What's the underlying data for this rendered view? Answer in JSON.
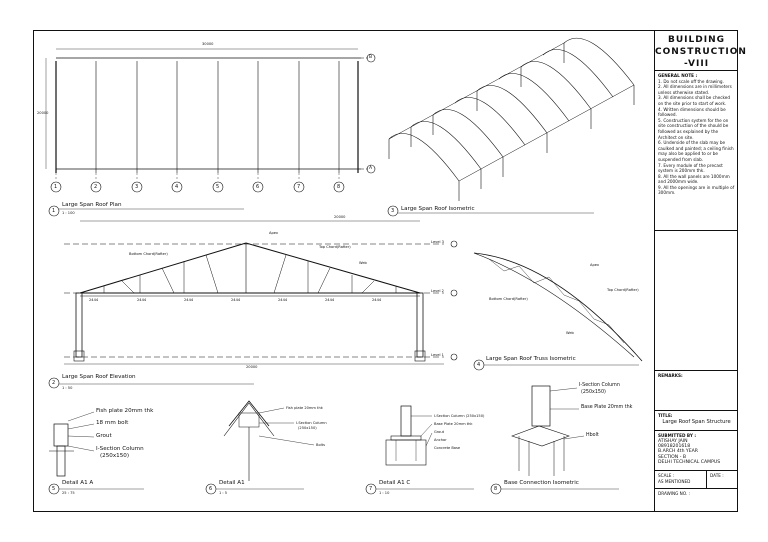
{
  "title_block": {
    "line1": "BUILDING",
    "line2": "CONSTRUCTION",
    "line3": "-VIII",
    "notes_heading": "GENERAL NOTE :",
    "notes": [
      "1. Do not scale off the drawing.",
      "2. All dimensions are in millimeters unless otherwise stated.",
      "3. All dimensions shall be checked on the site prior to start of work.",
      "4. Written dimensions should be followed.",
      "5. Construction system for the on site construction of the should be followed as explained by the Architect on site.",
      "6. Underside of the slab may be caulked and painted; a ceiling finish may also be applied to or be suspended from slab.",
      "7. Every module of the precast system is 200mm thk.",
      "8. All the wall panels are 1000mm and 2000mm wide.",
      "9. All the openings are in multiple of 300mm."
    ],
    "remarks_label": "REMARKS:",
    "title_label": "TITLE:",
    "title_value": "Large Roof Span Structure",
    "submitted_label": "SUBMITTED BY :",
    "submitted_lines": [
      "ATISHAY JAIN",
      "08918201618",
      "B.ARCH 4th YEAR",
      "SECTION - B",
      "DELHI TECHNICAL CAMPUS"
    ],
    "scale_label": "SCALE :",
    "scale_value": "AS MENTIONED",
    "date_label": "DATE :",
    "drawing_no_label": "DRAWING NO. :"
  },
  "views": {
    "plan": {
      "number": "1",
      "title": "Large Span Roof Plan",
      "scale": "1 : 100",
      "dim_top": "30000",
      "dim_side": "20000",
      "grid_rows": [
        "B",
        "A"
      ],
      "grid_cols": [
        "1",
        "2",
        "3",
        "4",
        "5",
        "6",
        "7",
        "8"
      ]
    },
    "iso": {
      "number": "3",
      "title": "Large Span Roof Isometric"
    },
    "elev": {
      "number": "2",
      "title": "Large Span Roof Elevation",
      "scale": "1 : 50",
      "dim_top": "20000",
      "dim_bottom": "20000",
      "bay": "2444",
      "levels": [
        "Level 3",
        "Level 2",
        "Level 1"
      ],
      "apex": "Apex",
      "top_chord": "Top Chord(Rafter)",
      "bottom_chord": "Bottom Chord(Rafter)",
      "web": "Web"
    },
    "truss_iso": {
      "number": "4",
      "title": "Large Span Roof Truss Isometric",
      "apex": "Apex",
      "top_chord": "Top Chord(Rafter)",
      "bottom_chord": "Bottom Chord(Rafter)",
      "web": "Web"
    },
    "detail_a1a": {
      "number": "5",
      "title": "Detail A1 A",
      "scale": "25 : 75",
      "labels": [
        "Fish plate 20mm thk",
        "18 mm bolt",
        "Grout",
        "I-Section Column",
        "(250x150)"
      ]
    },
    "detail_a1": {
      "number": "6",
      "title": "Detail A1",
      "scale": "1 : 5",
      "labels": [
        "Fish plate 20mm thk",
        "I-Section Column",
        "(250x150)",
        "Bolts"
      ]
    },
    "detail_a1c": {
      "number": "7",
      "title": "Detail A1 C",
      "scale": "1 : 10",
      "labels": [
        "I-Section Column (250x150)",
        "Base Plate 20mm thk",
        "Grout",
        "Anchor",
        "Concrete Base"
      ]
    },
    "base_iso": {
      "number": "8",
      "title": "Base Connection Isometric",
      "labels": [
        "I-Section Column",
        "(250x150)",
        "Base Plate 20mm thk",
        "Hbolt"
      ]
    }
  }
}
